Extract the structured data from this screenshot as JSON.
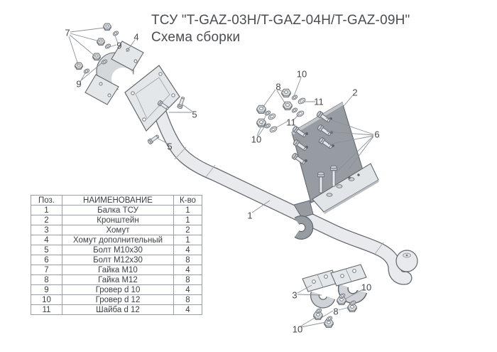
{
  "title": {
    "line1": "ТСУ \"T-GAZ-03H/T-GAZ-04H/T-GAZ-09H\"",
    "line2": "Схема сборки"
  },
  "parts_table": {
    "headers": {
      "pos": "Поз.",
      "name": "НАИМЕНОВАНИЕ",
      "qty": "К-во"
    },
    "rows": [
      {
        "pos": "1",
        "name": "Балка ТСУ",
        "qty": "1"
      },
      {
        "pos": "2",
        "name": "Кронштейн",
        "qty": "1"
      },
      {
        "pos": "3",
        "name": "Хомут",
        "qty": "2"
      },
      {
        "pos": "4",
        "name": "Хомут дополнительный",
        "qty": "1"
      },
      {
        "pos": "5",
        "name": "Болт М10х30",
        "qty": "4"
      },
      {
        "pos": "6",
        "name": "Болт М12х30",
        "qty": "8"
      },
      {
        "pos": "7",
        "name": "Гайка М10",
        "qty": "4"
      },
      {
        "pos": "8",
        "name": "Гайка М12",
        "qty": "8"
      },
      {
        "pos": "9",
        "name": "Гровер d 10",
        "qty": "4"
      },
      {
        "pos": "10",
        "name": "Гровер d 12",
        "qty": "8"
      },
      {
        "pos": "11",
        "name": "Шайба d 12",
        "qty": "4"
      }
    ]
  },
  "diagram": {
    "callouts": [
      {
        "label": "7"
      },
      {
        "label": "9"
      },
      {
        "label": "9"
      },
      {
        "label": "4"
      },
      {
        "label": "5"
      },
      {
        "label": "5"
      },
      {
        "label": "10"
      },
      {
        "label": "8"
      },
      {
        "label": "11"
      },
      {
        "label": "11"
      },
      {
        "label": "10"
      },
      {
        "label": "2"
      },
      {
        "label": "6"
      },
      {
        "label": "1"
      },
      {
        "label": "3"
      },
      {
        "label": "10"
      },
      {
        "label": "8"
      },
      {
        "label": "10"
      }
    ],
    "colors": {
      "background": "#ffffff",
      "outline": "#62686e",
      "part_light": "#e8eaed",
      "part_mid": "#d4d8db",
      "bracket_dark": "#969ca2",
      "text": "#44474b",
      "table_border": "#989ea4"
    }
  }
}
